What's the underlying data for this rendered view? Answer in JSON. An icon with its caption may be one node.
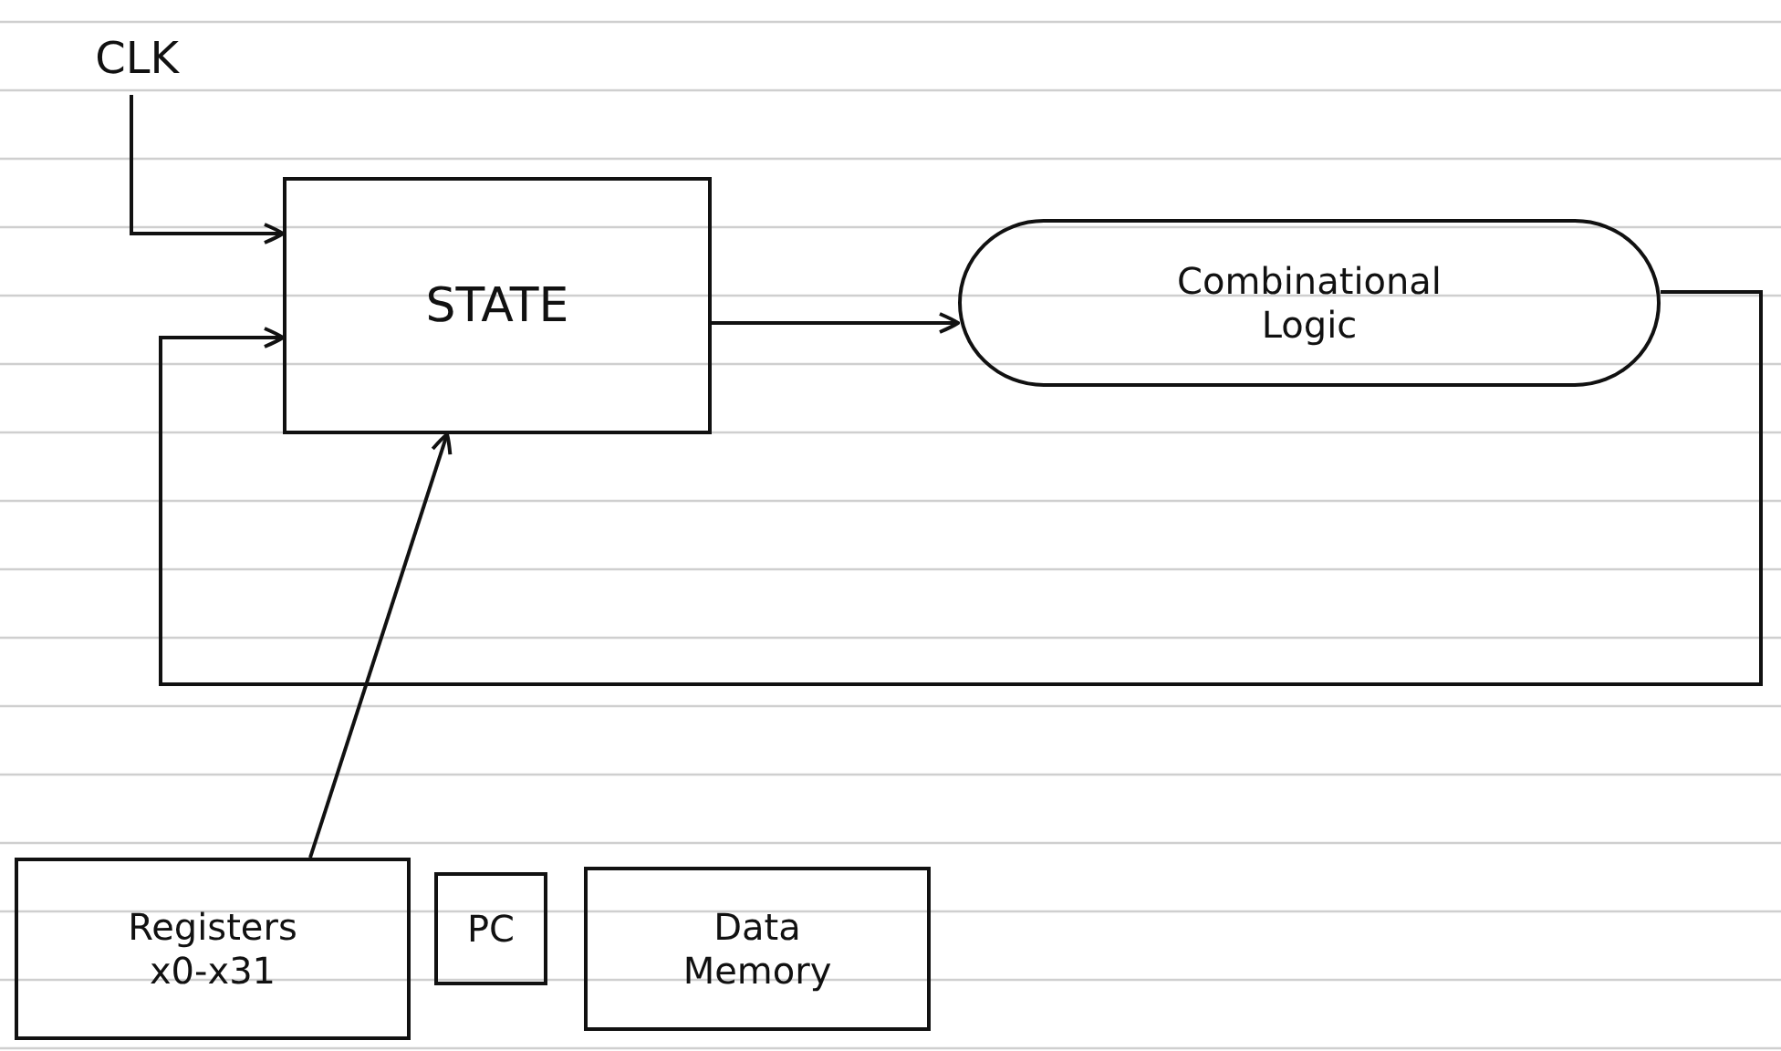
{
  "diagram": {
    "nodes": [
      {
        "text": [
          "CLK"
        ]
      },
      {
        "text": [
          "STATE"
        ]
      },
      {
        "text": [
          "Combinational Logic"
        ]
      },
      {
        "text": [
          "Registers x0-x31"
        ]
      },
      {
        "text": [
          "PC"
        ]
      },
      {
        "text": [
          "Data Memory"
        ]
      }
    ],
    "edges": [
      {
        "from": 0,
        "to": 1,
        "arrow": "to"
      },
      {
        "from": 1,
        "to": 2,
        "arrow": "to"
      },
      {
        "from": 2,
        "to": 1,
        "arrow": "to"
      },
      {
        "from": 3,
        "to": 1,
        "arrow": "to"
      }
    ]
  }
}
